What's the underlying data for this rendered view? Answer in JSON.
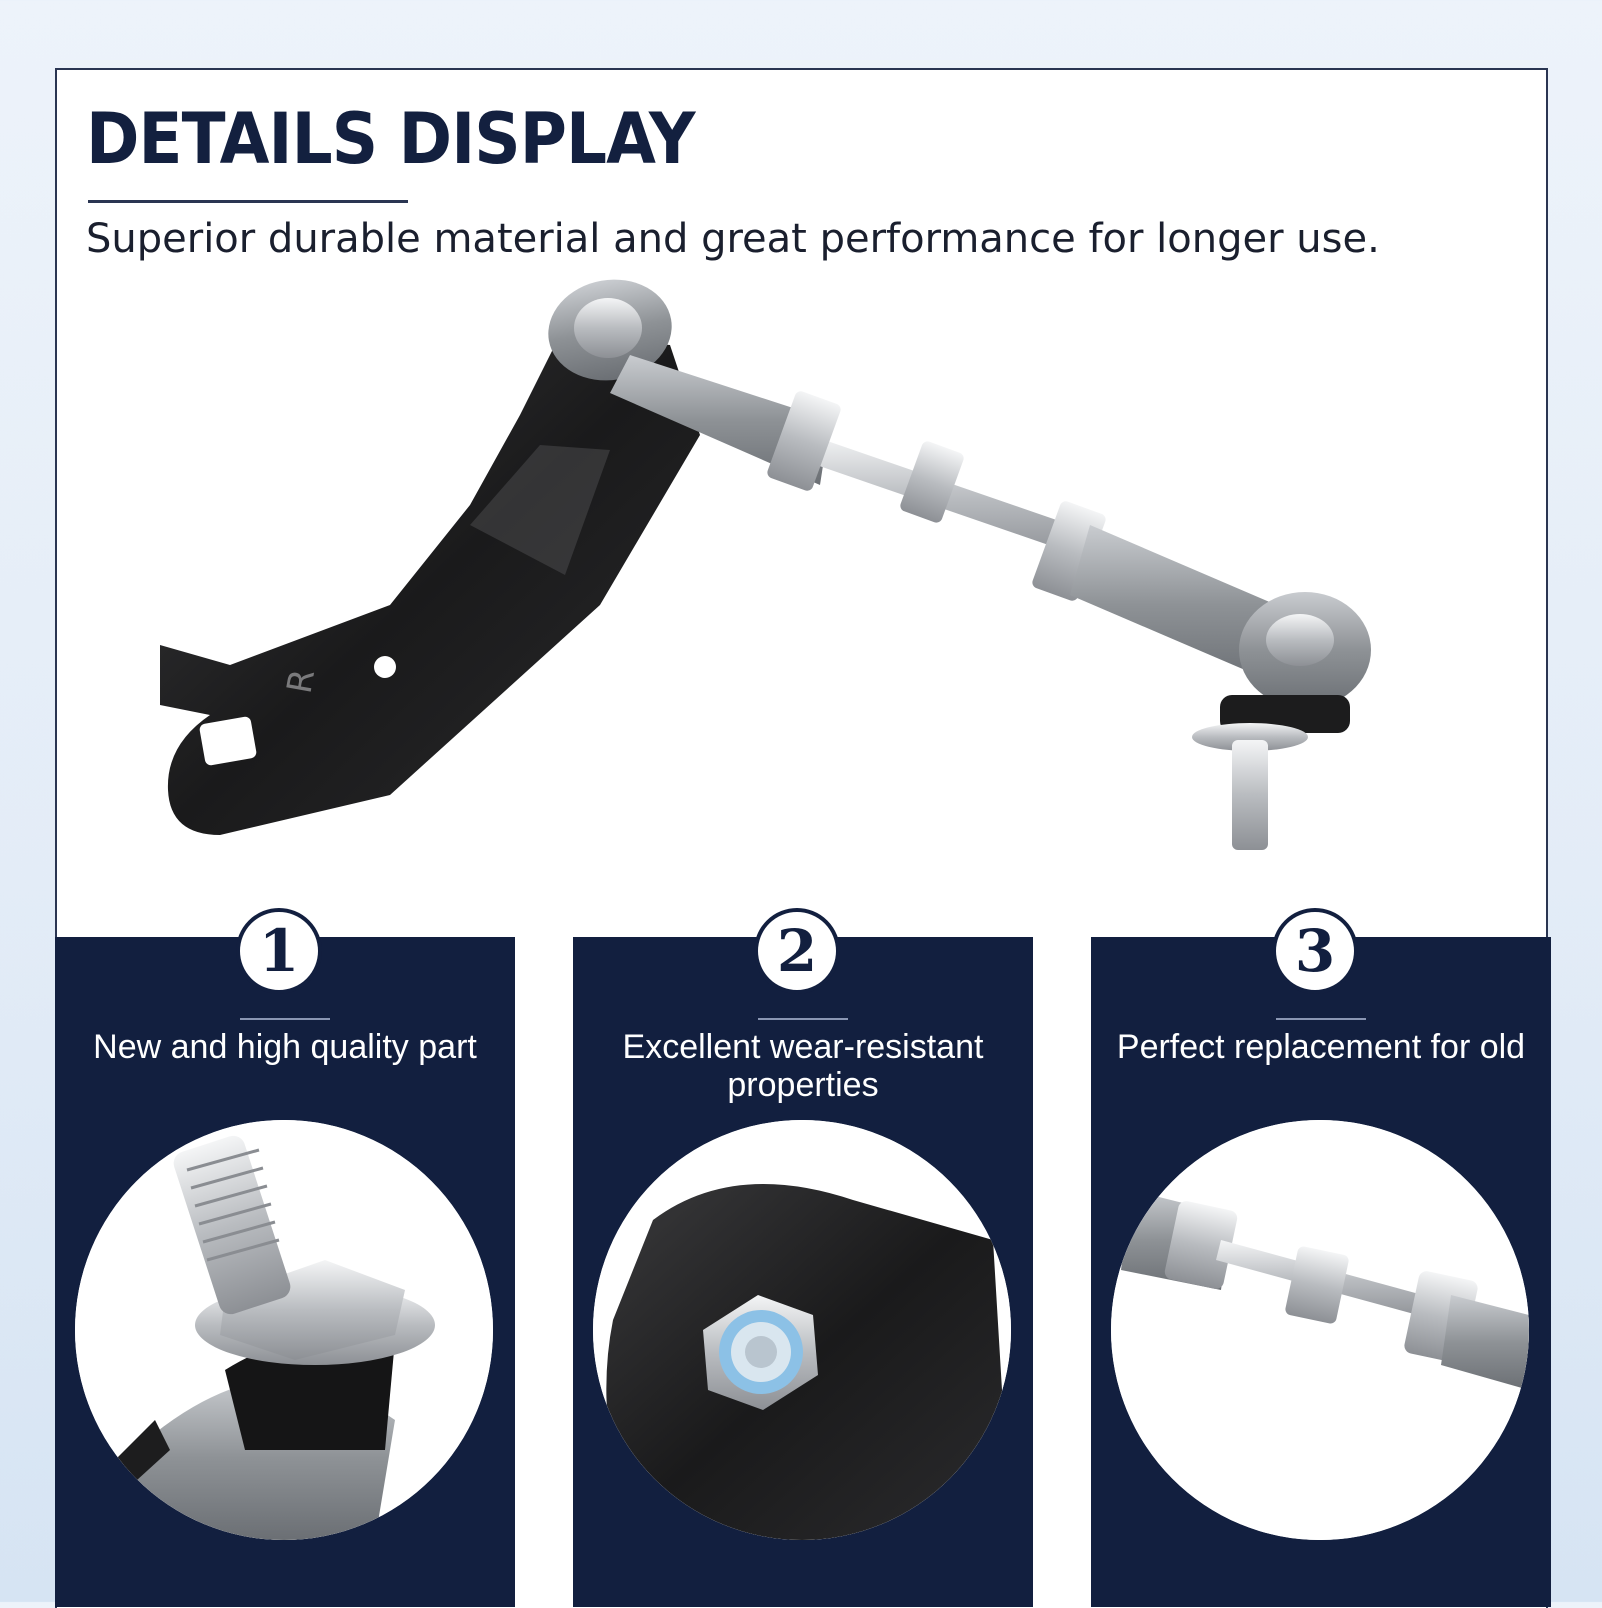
{
  "header": {
    "title": "DETAILS DISPLAY",
    "subtitle": "Superior durable material and great performance for longer use."
  },
  "product": {
    "part_marking": "R"
  },
  "features": [
    {
      "number": "1",
      "label": "New and high quality part",
      "icon": "rod-end-closeup"
    },
    {
      "number": "2",
      "label": "Excellent wear-resistant properties",
      "icon": "lock-nut-closeup"
    },
    {
      "number": "3",
      "label": "Perfect replacement for old",
      "icon": "threaded-rod-closeup"
    }
  ],
  "colors": {
    "navy": "#121f3f",
    "title": "#13203f",
    "background": "#e3ecf7"
  }
}
